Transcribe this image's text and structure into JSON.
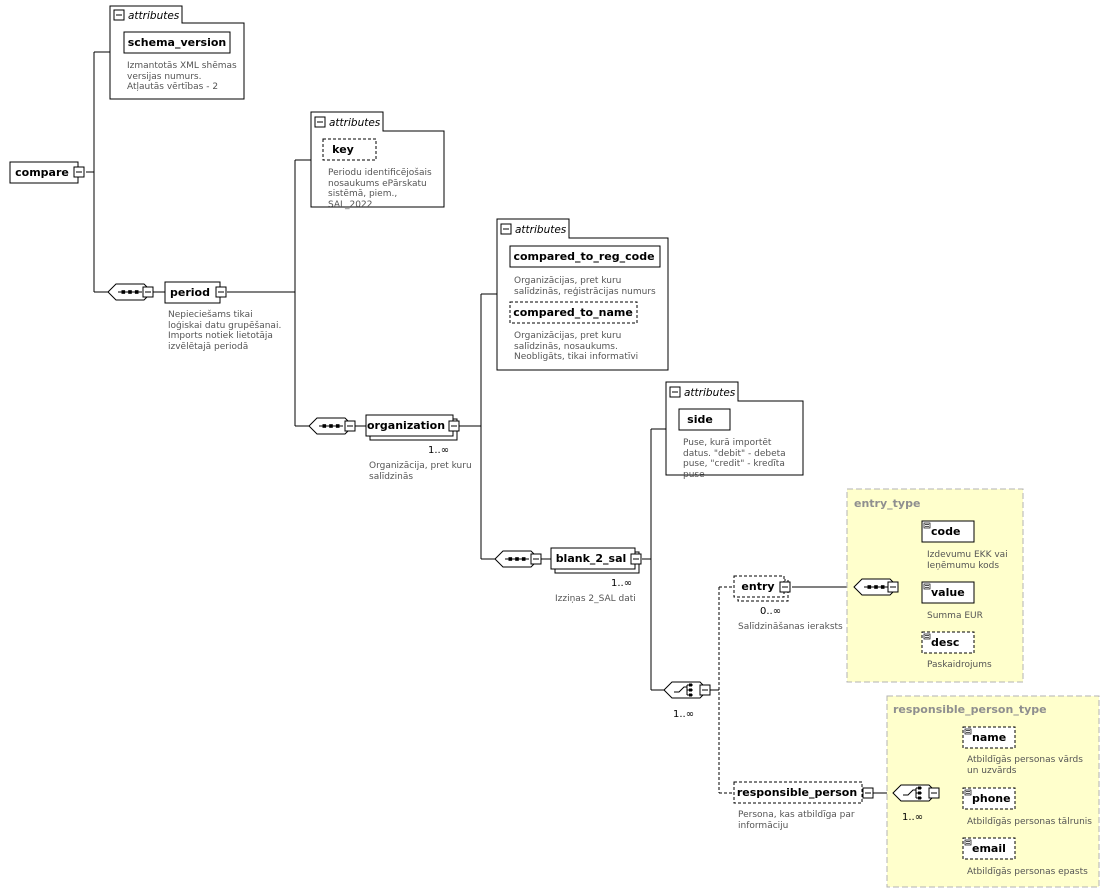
{
  "diagram": {
    "root": {
      "label": "compare"
    },
    "attribute_group_label": "attributes",
    "schema_version": {
      "label": "schema_version",
      "doc": "Izmantotās XML shēmas versijas numurs. Atļautās vērtības - 2"
    },
    "period": {
      "label": "period",
      "doc": "Nepieciešams tikai loģiskai datu grupēšanai. Imports notiek lietotāja izvēlētajā periodā"
    },
    "key": {
      "label": "key",
      "doc": "Periodu identificējošais nosaukums ePārskatu sistēmā, piem., SAL_2022"
    },
    "organization": {
      "label": "organization",
      "card": "1..∞",
      "doc": "Organizācija, pret kuru salīdzinās"
    },
    "compared_to_reg_code": {
      "label": "compared_to_reg_code",
      "doc": "Organizācijas, pret kuru salīdzinās, reģistrācijas numurs"
    },
    "compared_to_name": {
      "label": "compared_to_name",
      "doc": "Organizācijas, pret kuru salīdzinās, nosaukums. Neobligāts, tikai informatīvi"
    },
    "blank_2_sal": {
      "label": "blank_2_sal",
      "card": "1..∞",
      "doc": "Izziņas 2_SAL dati"
    },
    "side": {
      "label": "side",
      "doc": "Puse, kurā importēt datus. \"debit\" - debeta puse, \"credit\" - kredīta puse"
    },
    "choice": {
      "card": "1..∞"
    },
    "entry": {
      "label": "entry",
      "card": "0..∞",
      "doc": "Salīdzināšanas ieraksts"
    },
    "entry_type": {
      "title": "entry_type",
      "code": {
        "label": "code",
        "doc": "Izdevumu EKK vai Ieņēmumu kods"
      },
      "value": {
        "label": "value",
        "doc": "Summa EUR"
      },
      "desc": {
        "label": "desc",
        "doc": "Paskaidrojums"
      }
    },
    "responsible_person": {
      "label": "responsible_person",
      "doc": "Persona, kas atbildīga par informāciju"
    },
    "responsible_person_type": {
      "title": "responsible_person_type",
      "card": "1..∞",
      "name": {
        "label": "name",
        "doc": "Atbildīgās personas vārds un uzvārds"
      },
      "phone": {
        "label": "phone",
        "doc": "Atbildīgās personas tālrunis"
      },
      "email": {
        "label": "email",
        "doc": "Atbildīgās personas epasts"
      }
    }
  }
}
